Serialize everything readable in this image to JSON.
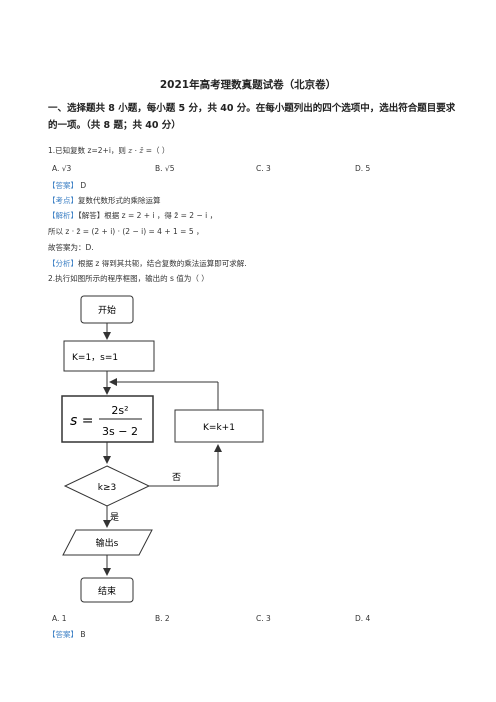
{
  "doc": {
    "title": "2021年高考理数真题试卷（北京卷）",
    "section_heading": "一、选择题共 8 小题，每小题 5 分，共 40 分。在每小题列出的四个选项中，选出符合题目要求的一项。（共 8 题；共 40 分）"
  },
  "q1": {
    "stem": "1.已知复数 z=2+i，则",
    "stem_expr": "z · z̄",
    "stem_end": "=（   ）",
    "options": [
      "A. √3",
      "B. √5",
      "C. 3",
      "D. 5"
    ],
    "answer_tag": "【答案】",
    "answer": "D",
    "point_tag": "【考点】",
    "point": "复数代数形式的乘除运算",
    "analysis_tag": "【解析】",
    "analysis": "【解答】根据  z = 2 + i ，得  z̄ = 2 − i ，",
    "line2": "所以  z · z̄ = (2 + i) · (2 − i) = 4 + 1 = 5 ，",
    "line3": "故答案为：D.",
    "fenxi_tag": "【分析】",
    "fenxi": "根据 z 得到其共轭，结合复数的乘法运算即可求解."
  },
  "q2": {
    "stem": "2.执行如图所示的程序框图，输出的 s 值为（   ）",
    "options": [
      "A. 1",
      "B. 2",
      "C. 3",
      "D. 4"
    ],
    "answer_tag": "【答案】",
    "answer": "B"
  },
  "flowchart": {
    "start": "开始",
    "init": "K=1，s=1",
    "formula_lhs": "s =",
    "formula_num": "2s²",
    "formula_den": "3s − 2",
    "update": "K=k+1",
    "condition": "k≥3",
    "no_label": "否",
    "yes_label": "是",
    "output": "输出s",
    "end": "结束"
  }
}
